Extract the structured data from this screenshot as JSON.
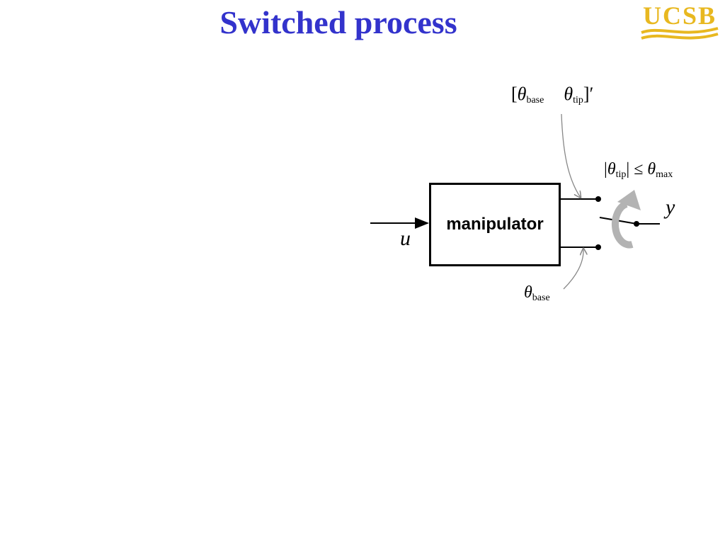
{
  "slide": {
    "title": "Switched process"
  },
  "logo": {
    "text": "UCSB",
    "color": "#e8b820"
  },
  "diagram": {
    "block_label": "manipulator",
    "input_label": "u",
    "output_label": "y",
    "top_label": {
      "open_bracket": "[",
      "theta": "θ",
      "base_sub": "base",
      "tip_sub": "tip",
      "close_bracket": "]′"
    },
    "switch_condition": {
      "bar_open": "|",
      "theta": "θ",
      "tip_sub": "tip",
      "rel": "| ≤ ",
      "theta2": "θ",
      "max_sub": "max"
    },
    "bottom_label": {
      "theta": "θ",
      "base_sub": "base"
    }
  },
  "colors": {
    "title": "#3333cc",
    "annotation_line": "#888888",
    "switch_arrow": "#b3b3b3"
  }
}
